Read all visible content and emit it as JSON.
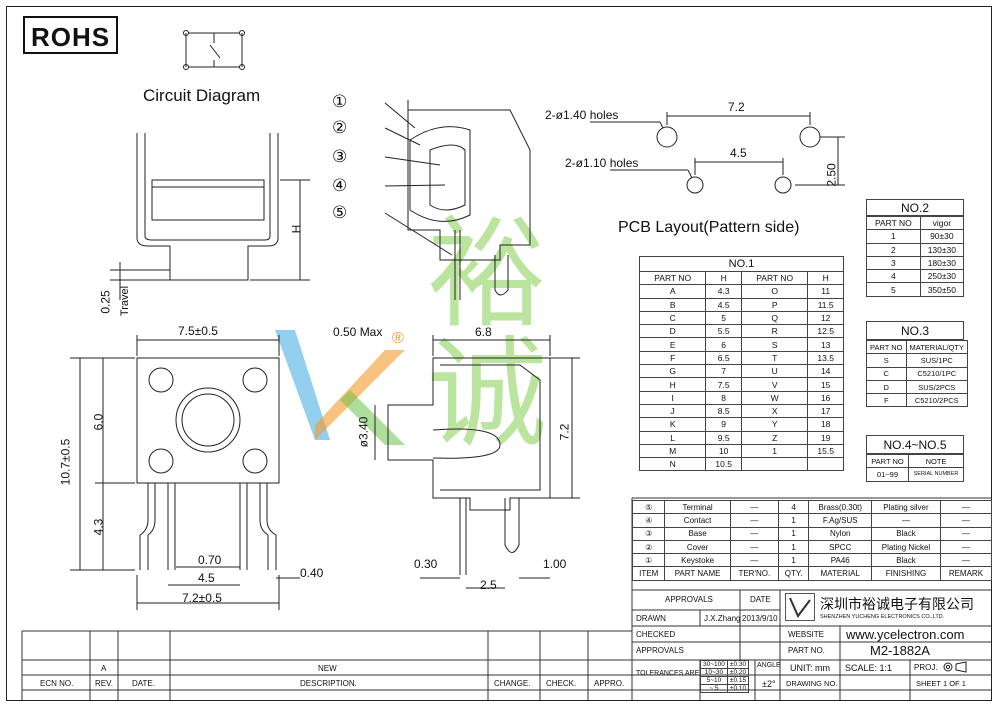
{
  "rohs": "ROHS",
  "circuit_title": "Circuit Diagram",
  "pcb_title": "PCB Layout(Pattern side)",
  "holes": {
    "large": "2-ø1.40 holes",
    "small": "2-ø1.10 holes"
  },
  "dims": {
    "d72_top": "7.2",
    "d45_top": "4.5",
    "d250": "2.50",
    "travel_val": "0.25",
    "travel_lbl": "Travel",
    "h": "H",
    "w75": "7.5±0.5",
    "h107": "10.7±0.5",
    "h60": "6.0",
    "h43": "4.3",
    "d070": "0.70",
    "d45": "4.5",
    "d72": "7.2±0.5",
    "d040": "0.40",
    "max050": "0.50 Max",
    "d68": "6.8",
    "dia340": "ø3.40",
    "h72": "7.2",
    "d030": "0.30",
    "d25": "2.5",
    "d100": "1.00"
  },
  "callouts": [
    "①",
    "②",
    "③",
    "④",
    "⑤"
  ],
  "no1": {
    "title": "NO.1",
    "headers": [
      "PART NO",
      "H",
      "PART NO",
      "H"
    ],
    "rows": [
      [
        "A",
        "4.3",
        "O",
        "11"
      ],
      [
        "B",
        "4.5",
        "P",
        "11.5"
      ],
      [
        "C",
        "5",
        "Q",
        "12"
      ],
      [
        "D",
        "5.5",
        "R",
        "12.5"
      ],
      [
        "E",
        "6",
        "S",
        "13"
      ],
      [
        "F",
        "6.5",
        "T",
        "13.5"
      ],
      [
        "G",
        "7",
        "U",
        "14"
      ],
      [
        "H",
        "7.5",
        "V",
        "15"
      ],
      [
        "I",
        "8",
        "W",
        "16"
      ],
      [
        "J",
        "8.5",
        "X",
        "17"
      ],
      [
        "K",
        "9",
        "Y",
        "18"
      ],
      [
        "L",
        "9.5",
        "Z",
        "19"
      ],
      [
        "M",
        "10",
        "1",
        "15.5"
      ],
      [
        "N",
        "10.5",
        "",
        ""
      ]
    ]
  },
  "no2": {
    "title": "NO.2",
    "headers": [
      "PART NO",
      "vigor"
    ],
    "rows": [
      [
        "1",
        "90±30"
      ],
      [
        "2",
        "130±30"
      ],
      [
        "3",
        "180±30"
      ],
      [
        "4",
        "250±30"
      ],
      [
        "5",
        "350±50"
      ]
    ]
  },
  "no3": {
    "title": "NO.3",
    "headers": [
      "PART NO",
      "MATERIAL/QTY"
    ],
    "rows": [
      [
        "S",
        "SUS/1PC"
      ],
      [
        "C",
        "C5210/1PC"
      ],
      [
        "D",
        "SUS/2PCS"
      ],
      [
        "F",
        "C5210/2PCS"
      ]
    ]
  },
  "no45": {
    "title": "NO.4~NO.5",
    "headers": [
      "PART NO",
      "NOTE"
    ],
    "rows": [
      [
        "01~99",
        "SERIAL NUMBER"
      ]
    ]
  },
  "bom": {
    "rows": [
      [
        "⑤",
        "Terminal",
        "—",
        "4",
        "Brass(0.30t)",
        "Plating silver",
        "—"
      ],
      [
        "④",
        "Contact",
        "—",
        "1",
        "F.Ag/SUS",
        "—",
        "—"
      ],
      [
        "③",
        "Base",
        "—",
        "1",
        "Nylon",
        "Black",
        "—"
      ],
      [
        "②",
        "Cover",
        "—",
        "1",
        "SPCC",
        "Plating Nickel",
        "—"
      ],
      [
        "①",
        "Keystoke",
        "—",
        "1",
        "PA46",
        "Black",
        "—"
      ]
    ],
    "headers": [
      "ITEM",
      "PART NAME",
      "TER'NO.",
      "QTY.",
      "MATERIAL",
      "FINISHING",
      "REMARK"
    ]
  },
  "title_block": {
    "approvals": "APPROVALS",
    "date": "DATE",
    "drawn": "DRAWN",
    "drawn_by": "J.X.Zhang",
    "drawn_date": "2013/9/10",
    "checked": "CHECKED",
    "approvals2": "APPROVALS",
    "company_cn": "深圳市裕诚电子有限公司",
    "company_en": "SHENZHEN YUCHENG ELECTRONICS CO.,LTD.",
    "website_lbl": "WEBSITE",
    "website": "www.ycelectron.com",
    "partno_lbl": "PART NO.",
    "partno": "M2-1882A",
    "tol_lbl": "TOLERANCES ARE",
    "tol": [
      [
        "30~100",
        "±0.30"
      ],
      [
        "10~30",
        "±0.20"
      ],
      [
        "5~10",
        "±0.15"
      ],
      [
        "~ 5",
        "±0.10"
      ]
    ],
    "angle_lbl": "ANGLE",
    "angle": "±2°",
    "unit": "UNIT: mm",
    "scale": "SCALE: 1:1",
    "proj": "PROJ.",
    "drawing_no": "DRAWING NO.",
    "sheet": "SHEET 1 OF 1"
  },
  "revision": {
    "rev": "A",
    "new": "NEW",
    "headers": [
      "ECN NO.",
      "REV.",
      "DATE.",
      "DESCRIPTION.",
      "CHANGE.",
      "CHECK.",
      "APPRO."
    ]
  },
  "watermark": {
    "cn": "裕诚",
    "r": "®"
  }
}
